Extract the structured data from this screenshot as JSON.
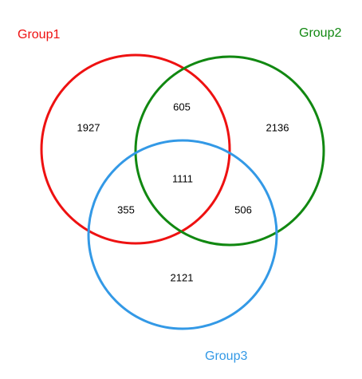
{
  "sets": [
    {
      "name": "Group1",
      "color": "#ee1111"
    },
    {
      "name": "Group2",
      "color": "#118811"
    },
    {
      "name": "Group3",
      "color": "#3399e6"
    }
  ],
  "regions": {
    "only_group1": "1927",
    "only_group2": "2136",
    "only_group3": "2121",
    "group1_group2": "605",
    "group1_group3": "355",
    "group2_group3": "506",
    "all_groups": "1111"
  }
}
